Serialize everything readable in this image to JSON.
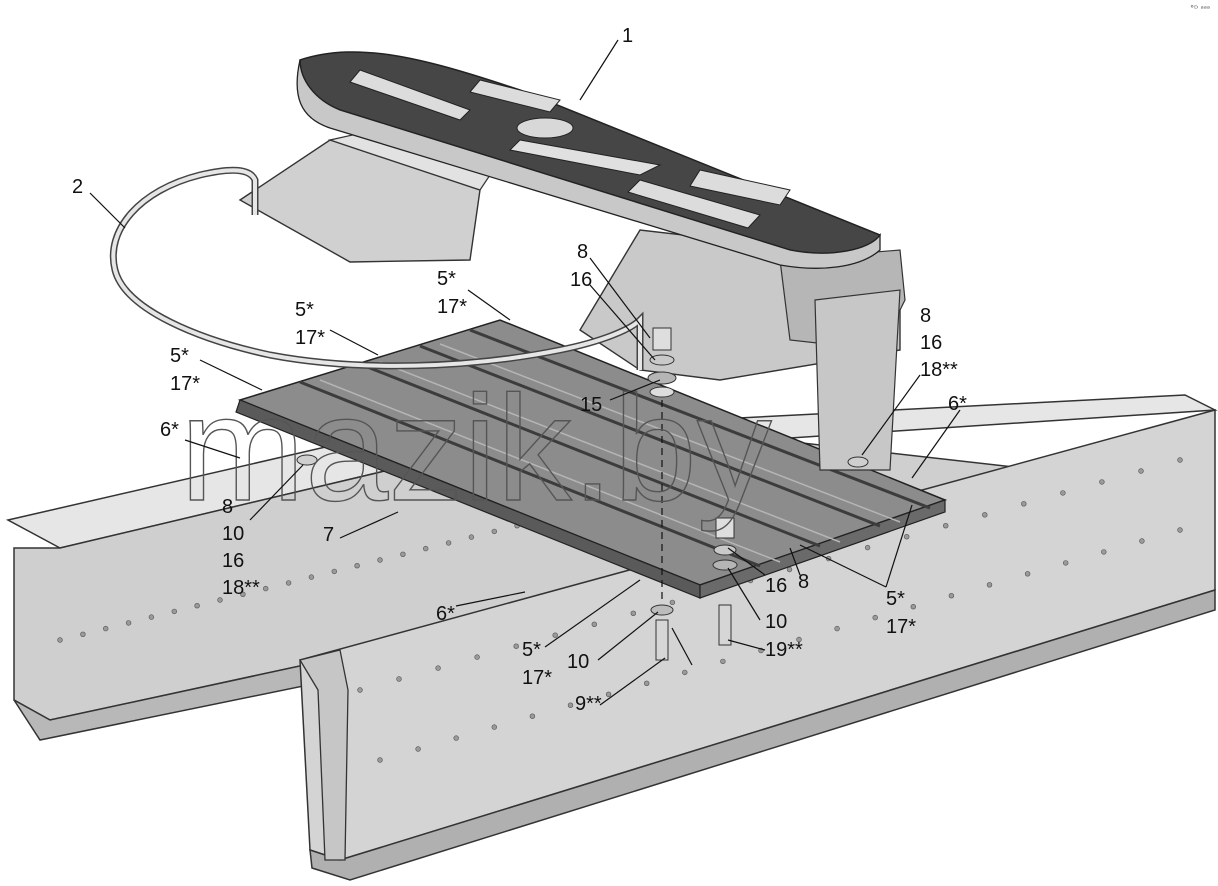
{
  "watermark": "mazik.by",
  "corner_mark": "°ᴰ ᵃᵃᵃ",
  "callouts": {
    "c1": "1",
    "c2": "2",
    "c8a": "8",
    "c16a": "16",
    "c5_17_a_top": "5*",
    "c5_17_a_bot": "17*",
    "c5_17_b_top": "5*",
    "c5_17_b_bot": "17*",
    "c5_17_c_top": "5*",
    "c5_17_c_bot": "17*",
    "c6a": "6*",
    "c15": "15",
    "c8b": "8",
    "c16b": "16",
    "c18b": "18**",
    "c6b": "6*",
    "c8c": "8",
    "c10c": "10",
    "c16c": "16",
    "c18c": "18**",
    "c7": "7",
    "c16d": "16",
    "c8d": "8",
    "c5_17_d_top": "5*",
    "c5_17_d_bot": "17*",
    "c6c": "6*",
    "c10d": "10",
    "c5_17_e_top": "5*",
    "c5_17_e_bot": "17*",
    "c10e": "10",
    "c19": "19**",
    "c9": "9**"
  },
  "colors": {
    "frame_light": "#d9d9d9",
    "frame_mid": "#bdbdbd",
    "frame_dark": "#8a8a8a",
    "plate_dark": "#4a4a4a",
    "plate_face": "#6b6b6b",
    "outline": "#333333"
  }
}
